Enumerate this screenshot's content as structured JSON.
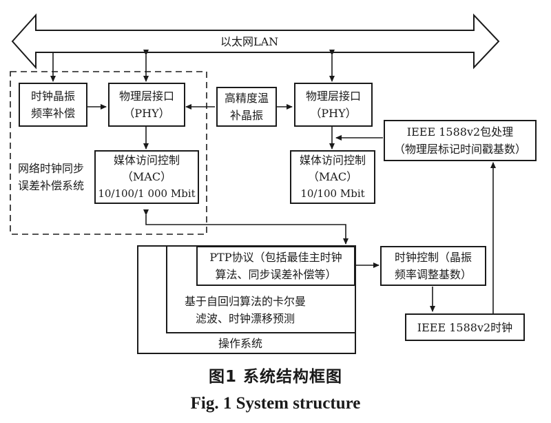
{
  "bus": {
    "label": "以太网LAN"
  },
  "left_system": {
    "label_lines": [
      "网络时钟同步",
      "误差补偿系统"
    ]
  },
  "boxes": {
    "clock_comp": [
      "时钟晶振",
      "频率补偿"
    ],
    "phy_left": [
      "物理层接口",
      "（PHY）"
    ],
    "mac_left": [
      "媒体访问控制",
      "（MAC）",
      "10/100/1 000 Mbit"
    ],
    "osc": [
      "高精度温",
      "补晶振"
    ],
    "phy_right": [
      "物理层接口",
      "（PHY）"
    ],
    "mac_right": [
      "媒体访问控制",
      "（MAC）",
      "10/100 Mbit"
    ],
    "ieee_pkt": [
      "IEEE 1588v2包处理",
      "（物理层标记时间戳基数）"
    ],
    "ptp": [
      "PTP协议（包括最佳主时钟",
      "算法、同步误差补偿等）"
    ],
    "clock_ctrl": [
      "时钟控制（晶振",
      "频率调整基数）"
    ],
    "ieee_clock": [
      "IEEE 1588v2时钟"
    ]
  },
  "layers": {
    "kalman": [
      "基于自回归算法的卡尔曼",
      "滤波、时钟漂移预测"
    ],
    "os": "操作系统"
  },
  "caption": {
    "cn": "图1 系统结构框图",
    "en": "Fig. 1 System structure"
  }
}
